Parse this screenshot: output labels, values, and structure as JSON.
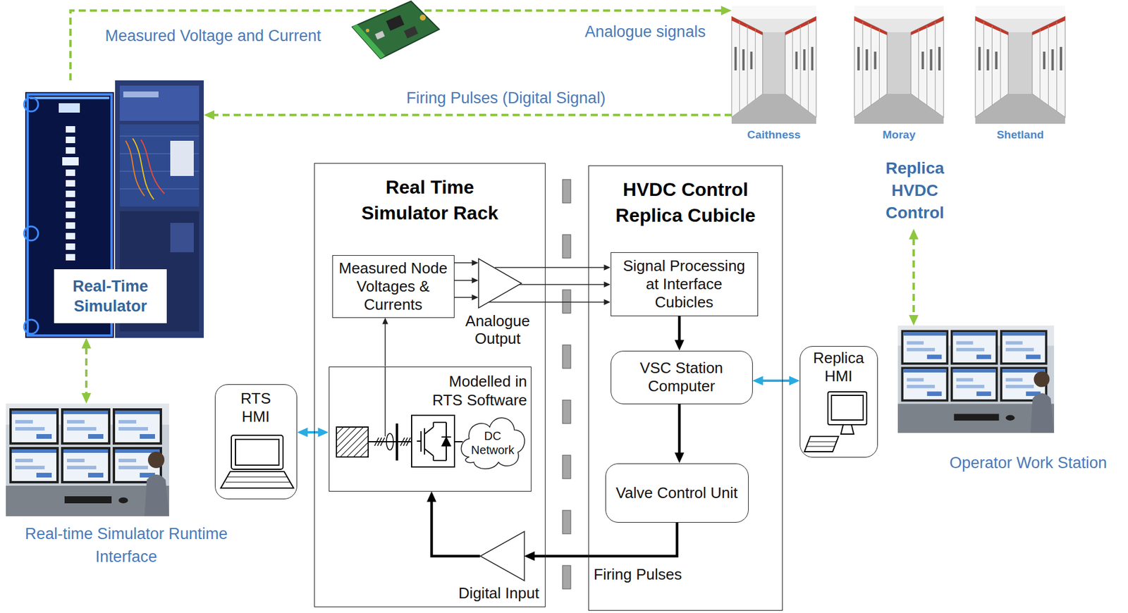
{
  "diagram": {
    "nodes": [
      {
        "text": [
          "Real-Time Simulator"
        ]
      },
      {
        "text": [
          "Caithness"
        ]
      },
      {
        "text": [
          "Moray"
        ]
      },
      {
        "text": [
          "Shetland"
        ]
      },
      {
        "text": [
          "Replica HVDC Control"
        ]
      },
      {
        "text": [
          "Real Time Simulator Rack"
        ]
      },
      {
        "text": [
          "Measured Node Voltages & Currents"
        ],
        "in": 5
      },
      {
        "text": [
          "Analogue Output"
        ],
        "in": 5
      },
      {
        "text": [
          "Modelled in RTS Software"
        ],
        "in": 5
      },
      {
        "text": [
          "DC Network"
        ],
        "in": 8
      },
      {
        "text": [
          "Digital Input"
        ],
        "in": 5
      },
      {
        "text": [
          "HVDC Control Replica Cubicle"
        ]
      },
      {
        "text": [
          "Signal Processing at Interface Cubicles"
        ],
        "in": 11
      },
      {
        "text": [
          "VSC Station Computer"
        ],
        "in": 11
      },
      {
        "text": [
          "Valve Control Unit"
        ],
        "in": 11
      },
      {
        "text": [
          "RTS HMI"
        ]
      },
      {
        "text": [
          "Replica HMI"
        ]
      },
      {
        "text": [
          "Operator Work Station"
        ]
      },
      {
        "text": [
          "Real-time Simulator Runtime Interface"
        ]
      }
    ],
    "edges": [
      {
        "from": 0,
        "to": 1,
        "label": "Measured Voltage and Current",
        "arrow": "to"
      },
      {
        "from": 1,
        "to": 0,
        "label": "Firing Pulses (Digital Signal)",
        "arrow": "to"
      },
      {
        "from": 4,
        "to": 17,
        "arrow": "both"
      },
      {
        "from": 0,
        "to": 18,
        "arrow": "both"
      },
      {
        "from": 8,
        "to": 6,
        "arrow": "to"
      },
      {
        "from": 6,
        "to": 7,
        "arrow": "to"
      },
      {
        "from": 7,
        "to": 12,
        "arrow": "to"
      },
      {
        "from": 12,
        "to": 13,
        "arrow": "to"
      },
      {
        "from": 13,
        "to": 14,
        "arrow": "to"
      },
      {
        "from": 14,
        "to": 10,
        "label": "Firing Pulses",
        "arrow": "to"
      },
      {
        "from": 10,
        "to": 8,
        "arrow": "to"
      },
      {
        "from": 15,
        "to": 8,
        "arrow": "both"
      },
      {
        "from": 13,
        "to": 16,
        "arrow": "both"
      }
    ],
    "labels": [
      "Analogue signals"
    ]
  }
}
